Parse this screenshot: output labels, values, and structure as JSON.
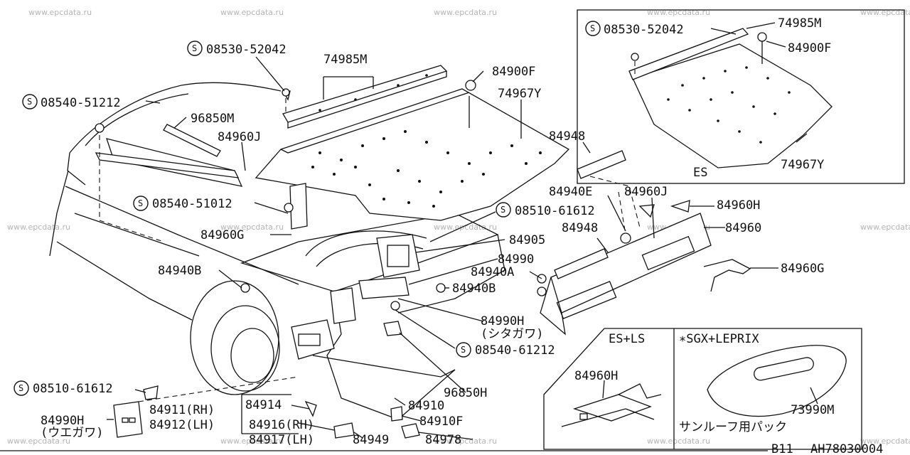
{
  "watermark": "www.epcdata.ru",
  "footer": {
    "section": "B11",
    "code": "AH78030004"
  },
  "insets": {
    "es": {
      "title": "ES"
    },
    "es_ls": {
      "title": "ES+LS"
    },
    "sgx": {
      "title": "∗SGX+LEPRIX",
      "note": "サンルーフ用パック"
    }
  },
  "parts": {
    "p08530_52042_main": "08530-52042",
    "p74985m_main": "74985M",
    "p84900f_main": "84900F",
    "p74967y_main": "74967Y",
    "p08540_51212": "08540-51212",
    "p96850m": "96850M",
    "p84960j_main": "84960J",
    "p84948_top": "84948",
    "p84940e": "84940E",
    "p84960j_right": "84960J",
    "p84960h_right": "84960H",
    "p08540_51012": "08540-51012",
    "p08510_61612_mid": "08510-61612",
    "p84948_mid": "84948",
    "p84960": "84960",
    "p84960g_left": "84960G",
    "p84905": "84905",
    "p84990": "84990",
    "p84940a": "84940A",
    "p84960g_right": "84960G",
    "p84940b_left": "84940B",
    "p84940b_mid": "84940B",
    "p84990h_mid": "84990H",
    "p84990h_mid_sub": "(シタガワ)",
    "p08540_61212": "08540-61212",
    "p08510_61612_low": "08510-61612",
    "p96850h": "96850H",
    "p84911": "84911(RH)",
    "p84912": "84912(LH)",
    "p84914": "84914",
    "p84910": "84910",
    "p84990h_low": "84990H",
    "p84990h_low_sub": "(ウエガワ)",
    "p84916": "84916(RH)",
    "p84917": "84917(LH)",
    "p84910f": "84910F",
    "p84949": "84949",
    "p84978": "84978",
    "p08530_52042_es": "08530-52042",
    "p74985m_es": "74985M",
    "p84900f_es": "84900F",
    "p74967y_es": "74967Y",
    "p84960h_es_ls": "84960H",
    "p73990m": "73990M"
  }
}
